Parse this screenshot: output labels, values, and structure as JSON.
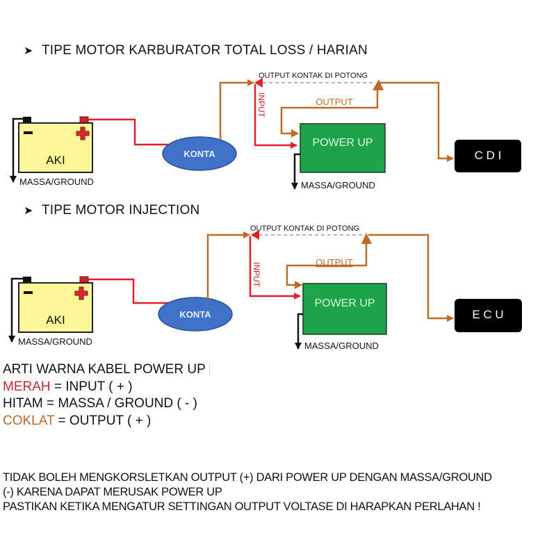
{
  "sections": [
    {
      "title": "TIPE MOTOR KARBURATOR TOTAL LOSS / HARIAN",
      "bullet_icon": "arrowhead-bullet",
      "battery_label": "AKI",
      "battery_minus": "−",
      "battery_plus": "+",
      "battery_ground_label": "MASSA/GROUND",
      "switch_label": "KONTA",
      "cut_label": "OUTPUT KONTAK DI POTONG",
      "input_label": "INPUT",
      "output_label": "OUTPUT",
      "module_label": "POWER UP",
      "module_ground_label": "MASSA/GROUND",
      "target_label": "C D I"
    },
    {
      "title": "TIPE MOTOR INJECTION",
      "bullet_icon": "arrowhead-bullet",
      "battery_label": "AKI",
      "battery_minus": "−",
      "battery_plus": "+",
      "battery_ground_label": "MASSA/GROUND",
      "switch_label": "KONTA",
      "cut_label": "OUTPUT KONTAK DI POTONG",
      "input_label": "INPUT",
      "output_label": "OUTPUT",
      "module_label": "POWER UP",
      "module_ground_label": "MASSA/GROUND",
      "target_label": "E C U"
    }
  ],
  "colors": {
    "input_wire": "#e21f26",
    "output_wire": "#c06a28",
    "ground_wire": "#111111",
    "battery_fill": "#fdf79a",
    "switch_fill": "#3f72c8",
    "module_fill": "#1fa34a",
    "module_text": "#d7f5de",
    "target_fill": "#000000"
  },
  "legend": {
    "heading": "ARTI WARNA KABEL POWER UP",
    "rows": [
      {
        "color_name": "MERAH",
        "meaning": " = INPUT ( + )"
      },
      {
        "color_name": "HITAM",
        "meaning": " = MASSA / GROUND ( - )"
      },
      {
        "color_name": "COKLAT",
        "meaning": " = OUTPUT ( + )"
      }
    ]
  },
  "warning": {
    "line1": "TIDAK BOLEH MENGKORSLETKAN OUTPUT (+) DARI POWER UP DENGAN MASSA/GROUND",
    "line2": "(-) KARENA DAPAT MERUSAK POWER UP",
    "line3": "PASTIKAN KETIKA MENGATUR SETTINGAN OUTPUT VOLTASE DI HARAPKAN PERLAHAN !"
  }
}
